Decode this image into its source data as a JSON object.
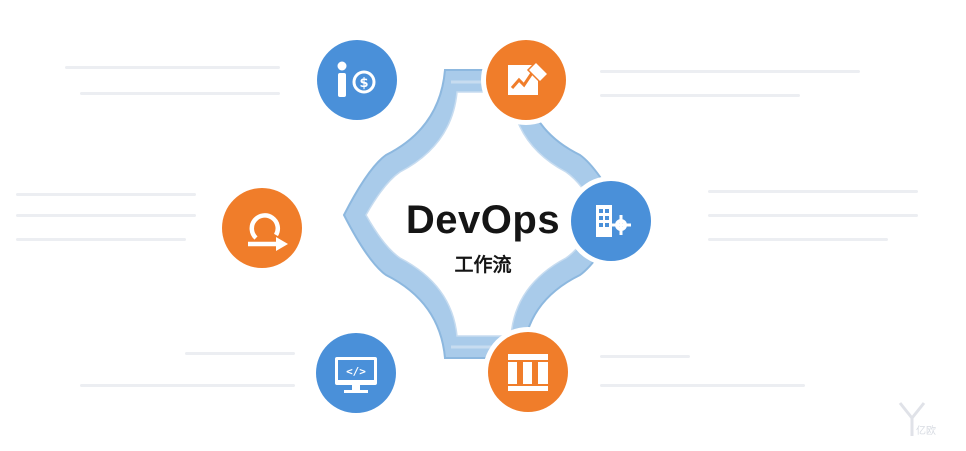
{
  "diagram": {
    "title": "DevOps",
    "subtitle": "工作流",
    "ring_color": "#9fc4e6",
    "ring_inner_color": "#ffffff",
    "nodes": [
      {
        "id": "plan",
        "icon": "person-dollar-icon",
        "color": "#4a90d9"
      },
      {
        "id": "design",
        "icon": "chart-edit-icon",
        "color": "#f07d2a"
      },
      {
        "id": "build",
        "icon": "building-gear-icon",
        "color": "#4a90d9"
      },
      {
        "id": "release",
        "icon": "columns-panel-icon",
        "color": "#f07d2a"
      },
      {
        "id": "code",
        "icon": "monitor-code-icon",
        "color": "#4a90d9"
      },
      {
        "id": "deploy",
        "icon": "loop-arrow-icon",
        "color": "#f07d2a"
      }
    ]
  },
  "watermark": {
    "text": "亿欧"
  }
}
